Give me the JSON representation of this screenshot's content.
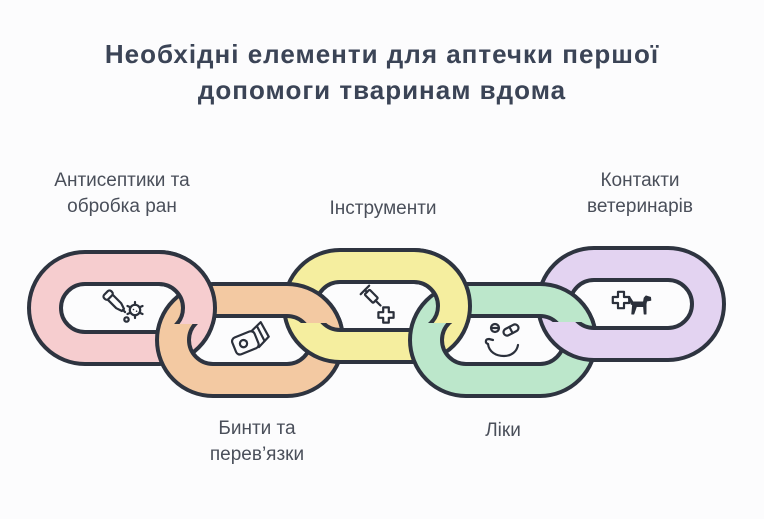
{
  "title": {
    "line1": "Необхідні елементи для аптечки першої",
    "line2": "допомоги тваринам вдома"
  },
  "links": [
    {
      "label_line1": "Антисептики та",
      "label_line2": "обробка ран",
      "color": "#f6cdcf",
      "icon": "dropper-germ-icon"
    },
    {
      "label_line1": "Бинти та",
      "label_line2": "перев’язки",
      "color": "#f3c9a2",
      "icon": "bandage-icon"
    },
    {
      "label_line1": "Інструменти",
      "label_line2": "",
      "color": "#f5ee9f",
      "icon": "syringe-cross-icon"
    },
    {
      "label_line1": "Ліки",
      "label_line2": "",
      "color": "#bce7cb",
      "icon": "hand-pills-icon"
    },
    {
      "label_line1": "Контакти",
      "label_line2": "ветеринарів",
      "color": "#e3d3f1",
      "icon": "cross-dog-icon"
    }
  ],
  "colors": {
    "background": "#fcfcfd",
    "outline": "#2e3440",
    "title_text": "#3b4456",
    "label_text": "#4a4f5a",
    "icon_stroke": "#2b303b"
  }
}
